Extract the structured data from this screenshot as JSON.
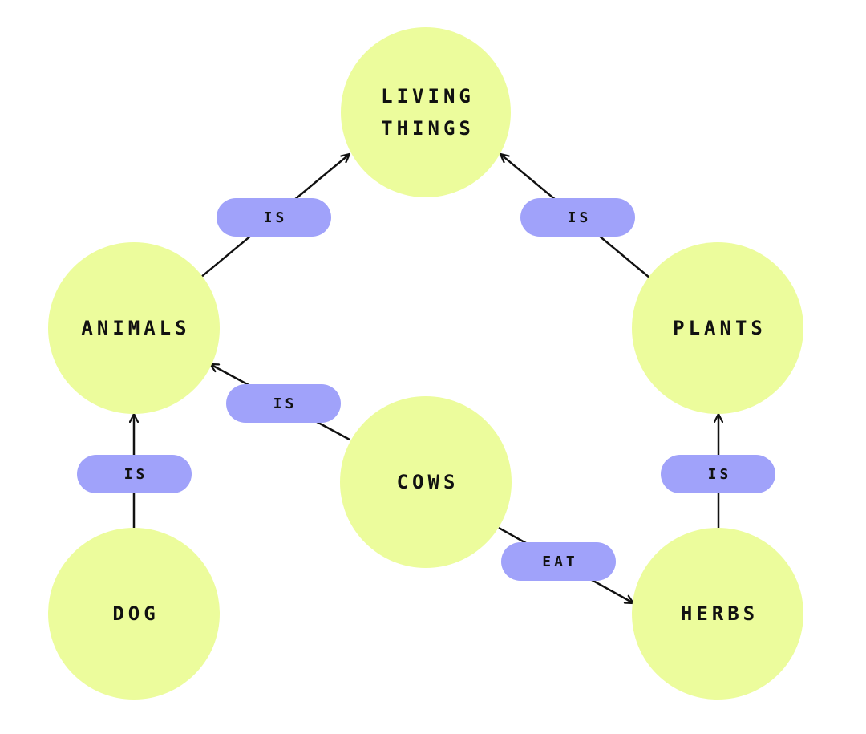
{
  "colors": {
    "node_fill": "#ecfc9c",
    "pill_fill": "#a0a2fa",
    "edge": "#111111",
    "text": "#111111",
    "background": "#ffffff"
  },
  "nodes": {
    "living_things": {
      "line1": "LIVING",
      "line2": "THINGS"
    },
    "animals": {
      "label": "ANIMALS"
    },
    "plants": {
      "label": "PLANTS"
    },
    "cows": {
      "label": "COWS"
    },
    "dog": {
      "label": "DOG"
    },
    "herbs": {
      "label": "HERBS"
    }
  },
  "relations": {
    "animals_is_living": "IS",
    "plants_is_living": "IS",
    "cows_is_animals": "IS",
    "dog_is_animals": "IS",
    "herbs_is_plants": "IS",
    "cows_eat_herbs": "EAT"
  }
}
